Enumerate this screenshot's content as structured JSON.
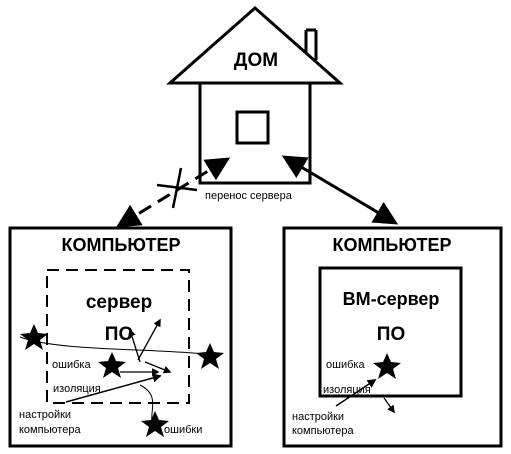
{
  "house": {
    "title": "ДОМ"
  },
  "arrow_label": "перенос сервера",
  "left_box": {
    "title": "КОМПЬЮТЕР",
    "server_line1": "сервер",
    "server_line2": "ПО",
    "error_label": "ошибка",
    "isolation_label": "изоляция",
    "settings_line1": "настройки",
    "settings_line2": "компьютера",
    "errors_label": "ошибки"
  },
  "right_box": {
    "title": "КОМПЬЮТЕР",
    "server_line1": "ВМ-сервер",
    "server_line2": "ПО",
    "error_label": "ошибка",
    "isolation_label": "изоляция",
    "settings_line1": "настройки",
    "settings_line2": "компьютера"
  },
  "colors": {
    "ink": "#000000",
    "background": "#ffffff"
  }
}
